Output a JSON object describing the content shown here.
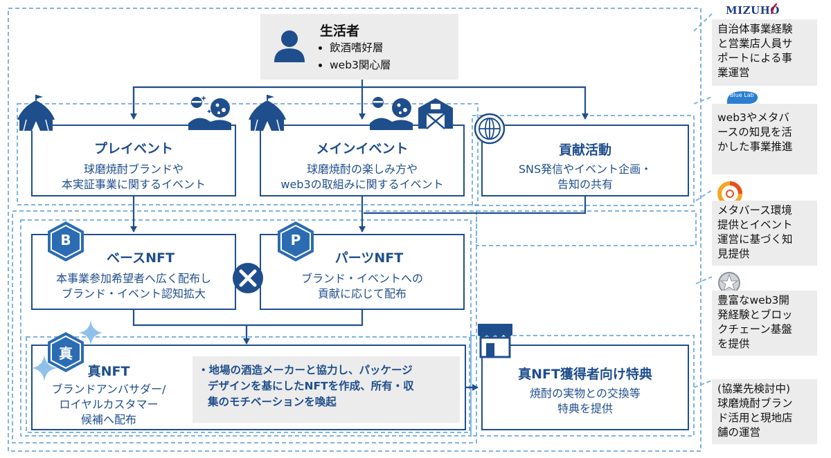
{
  "consumer": {
    "title": "生活者",
    "items": [
      "飲酒嗜好層",
      "web3関心層"
    ]
  },
  "events": {
    "pre": {
      "title": "プレイベント",
      "desc": [
        "球磨焼酎ブランドや",
        "本実証事業に関するイベント"
      ]
    },
    "main": {
      "title": "メインイベント",
      "desc": [
        "球磨焼酎の楽しみ方や",
        "web3の取組みに関するイベント"
      ]
    },
    "contribution": {
      "title": "貢献活動",
      "desc": [
        "SNS発信やイベント企画・",
        "告知の共有"
      ]
    }
  },
  "nfts": {
    "base": {
      "badge": "B",
      "title": "ベースNFT",
      "desc": [
        "本事業参加希望者へ広く配布し",
        "ブランド・イベント認知拡大"
      ]
    },
    "parts": {
      "badge": "P",
      "title": "パーツNFT",
      "desc": [
        "ブランド・イベントへの",
        "貢献に応じて配布"
      ]
    },
    "true": {
      "badge": "真",
      "title": "真NFT",
      "desc": [
        "ブランドアンバサダー/",
        "ロイヤルカスタマー",
        "候補へ配布"
      ],
      "note": [
        "・地場の酒造メーカーと協力し、パッケージ",
        "デザインを基にしたNFTを作成、所有・収",
        "集のモチベーションを喚起"
      ]
    },
    "benefit": {
      "title": "真NFT獲得者向け特典",
      "desc": [
        "焼酎の実物との交換等",
        "特典を提供"
      ]
    }
  },
  "partners": [
    {
      "logo": "MIZUHO",
      "text": [
        "自治体事業経験",
        "と営業店人員サ",
        "ポートによる事",
        "業運営"
      ]
    },
    {
      "logo": "Blue Lab",
      "text": [
        "web3やメタバ",
        "ースの知見を活",
        "かした事業推進"
      ]
    },
    {
      "logo": "",
      "text": [
        "メタバース環境",
        "提供とイベント",
        "運営に基づく知",
        "見提供"
      ]
    },
    {
      "logo": "",
      "text": [
        "豊富なweb3開",
        "発経験とブロッ",
        "クチェーン基盤",
        "を提供"
      ]
    },
    {
      "logo": "",
      "text": [
        "(協業先検討中)",
        "球磨焼酎ブラン",
        "ド活用と現地店",
        "舗の運営"
      ]
    }
  ],
  "colors": {
    "primary": "#1f4e8c",
    "dashed": "#7fb3e0",
    "badge": "#2b6cb3",
    "gray": "#ececec"
  },
  "icons": [
    "person-icon",
    "tent-icon",
    "night-landscape-icon",
    "barn-icon",
    "globe-icon",
    "shop-icon",
    "sparkle-icon",
    "cross-icon"
  ]
}
